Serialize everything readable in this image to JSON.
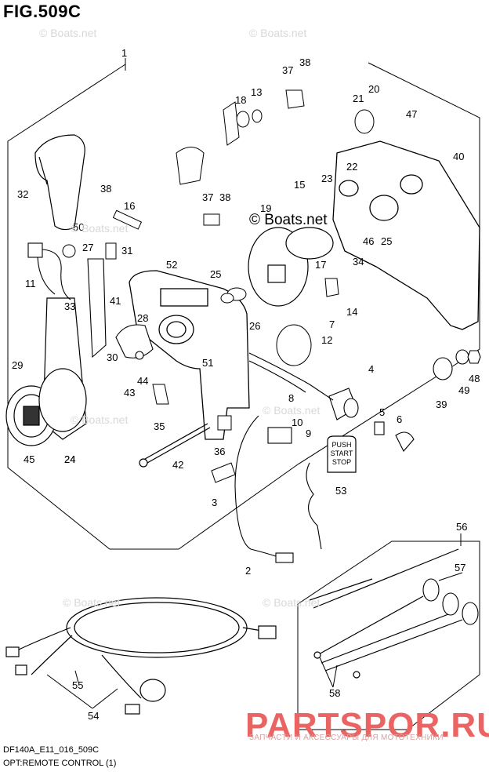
{
  "figure": {
    "title": "FIG.509C",
    "model_code": "DF140A_E11_016_509C",
    "caption": "OPT:REMOTE CONTROL (1)"
  },
  "watermarks": {
    "center": "© Boats.net",
    "light": "© Boats.net",
    "site_tagline": "ЗАПЧАСТИ И АКСЕССУАРЫ ДЛЯ МОТОТЕХНИКИ",
    "site_logo": "PARTSPOR.RU"
  },
  "push_button": {
    "line1": "PUSH",
    "line2": "START",
    "line3": "STOP"
  },
  "part_numbers": [
    "1",
    "38",
    "37",
    "13",
    "18",
    "20",
    "21",
    "47",
    "40",
    "22",
    "23",
    "15",
    "19",
    "46",
    "25",
    "32",
    "38",
    "16",
    "37",
    "38",
    "50",
    "27",
    "31",
    "11",
    "52",
    "24",
    "17",
    "34",
    "33",
    "41",
    "28",
    "25",
    "26",
    "12",
    "7",
    "14",
    "30",
    "43",
    "44",
    "51",
    "29",
    "4",
    "48",
    "49",
    "39",
    "8",
    "5",
    "6",
    "35",
    "10",
    "9",
    "45",
    "24",
    "36",
    "42",
    "53",
    "3",
    "2",
    "56",
    "57",
    "58",
    "55",
    "54"
  ],
  "colors": {
    "line": "#000000",
    "watermark_logo": "#ea6464",
    "watermark_text": "#d9a2a2",
    "light_watermark": "#d8d8d8"
  }
}
